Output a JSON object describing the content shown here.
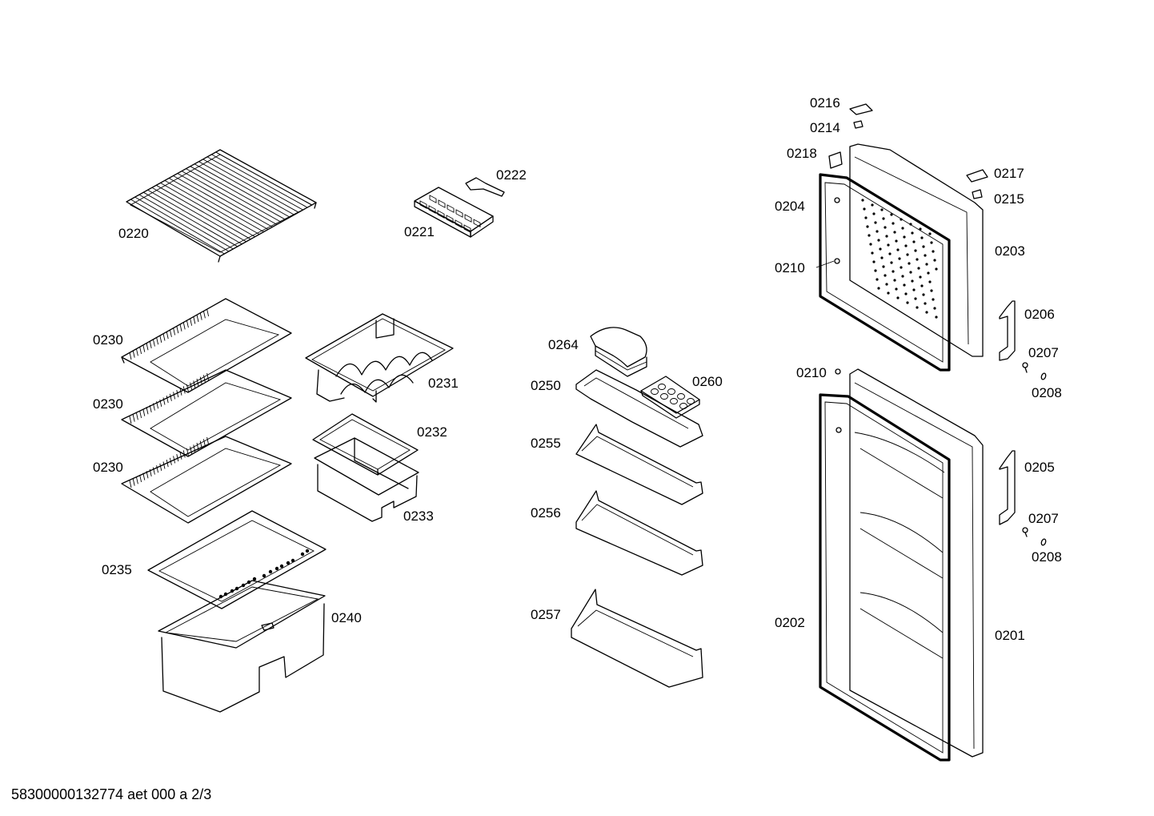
{
  "labels": {
    "p0220": "0220",
    "p0221": "0221",
    "p0222": "0222",
    "p0230a": "0230",
    "p0230b": "0230",
    "p0230c": "0230",
    "p0231": "0231",
    "p0232": "0232",
    "p0233": "0233",
    "p0235": "0235",
    "p0240": "0240",
    "p0264": "0264",
    "p0250": "0250",
    "p0260": "0260",
    "p0255": "0255",
    "p0256": "0256",
    "p0257": "0257",
    "p0216": "0216",
    "p0214": "0214",
    "p0218": "0218",
    "p0217": "0217",
    "p0215": "0215",
    "p0204": "0204",
    "p0203": "0203",
    "p0210a": "0210",
    "p0206": "0206",
    "p0207a": "0207",
    "p0210b": "0210",
    "p0208a": "0208",
    "p0205": "0205",
    "p0207b": "0207",
    "p0208b": "0208",
    "p0202": "0202",
    "p0201": "0201"
  },
  "footer": "58300000132774 aet 000 a 2/3"
}
